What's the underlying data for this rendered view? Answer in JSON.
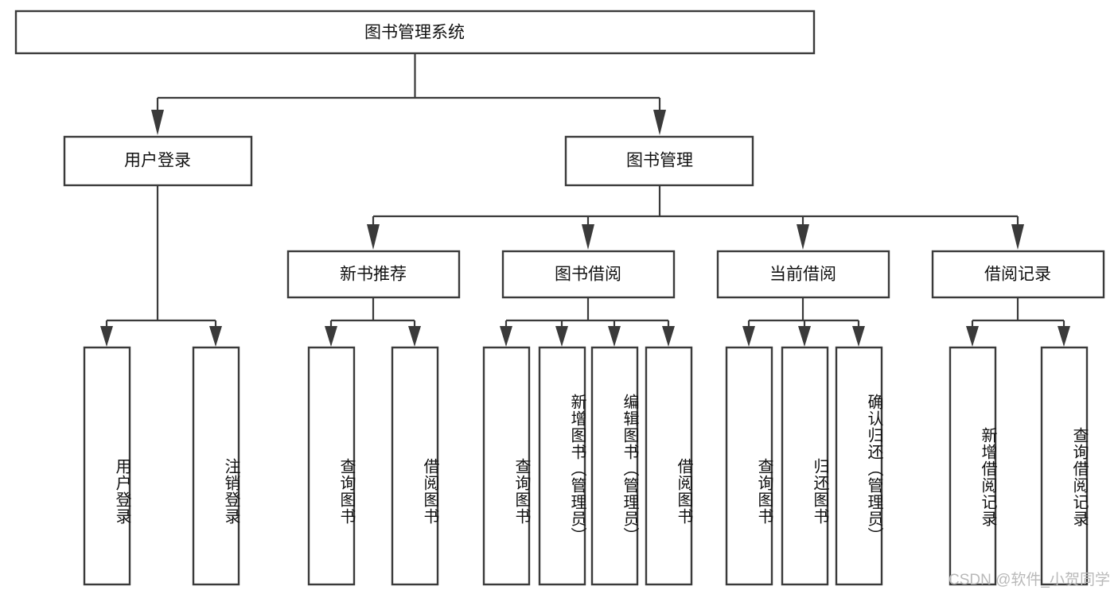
{
  "diagram": {
    "type": "tree-hierarchy",
    "title": "图书管理系统",
    "root": {
      "label": "图书管理系统",
      "orientation": "horizontal"
    },
    "level2": [
      {
        "label": "用户登录",
        "orientation": "horizontal"
      },
      {
        "label": "图书管理",
        "orientation": "horizontal"
      }
    ],
    "level3": [
      {
        "label": "新书推荐",
        "orientation": "horizontal"
      },
      {
        "label": "图书借阅",
        "orientation": "horizontal"
      },
      {
        "label": "当前借阅",
        "orientation": "horizontal"
      },
      {
        "label": "借阅记录",
        "orientation": "horizontal"
      }
    ],
    "leaves": {
      "user_login": [
        {
          "label": "用户登录",
          "orientation": "vertical"
        },
        {
          "label": "注销登录",
          "orientation": "vertical"
        }
      ],
      "new_book_recommend": [
        {
          "label": "查询图书",
          "orientation": "vertical"
        },
        {
          "label": "借阅图书",
          "orientation": "vertical"
        }
      ],
      "book_borrow": [
        {
          "label": "查询图书",
          "orientation": "vertical"
        },
        {
          "label": "新增图书（管理员）",
          "orientation": "vertical"
        },
        {
          "label": "编辑图书（管理员）",
          "orientation": "vertical"
        },
        {
          "label": "借阅图书",
          "orientation": "vertical"
        }
      ],
      "current_borrow": [
        {
          "label": "查询图书",
          "orientation": "vertical"
        },
        {
          "label": "归还图书",
          "orientation": "vertical"
        },
        {
          "label": "确认归还（管理员）",
          "orientation": "vertical"
        }
      ],
      "borrow_record": [
        {
          "label": "新增借阅记录",
          "orientation": "vertical"
        },
        {
          "label": "查询借阅记录",
          "orientation": "vertical"
        }
      ]
    },
    "colors": {
      "background": "#ffffff",
      "box_fill": "#ffffff",
      "box_stroke": "#3a3a3a",
      "connector": "#3a3a3a",
      "text": "#111111",
      "watermark": "#b9b9b9"
    }
  },
  "watermark": {
    "text": "CSDN @软件_小贺同学"
  }
}
